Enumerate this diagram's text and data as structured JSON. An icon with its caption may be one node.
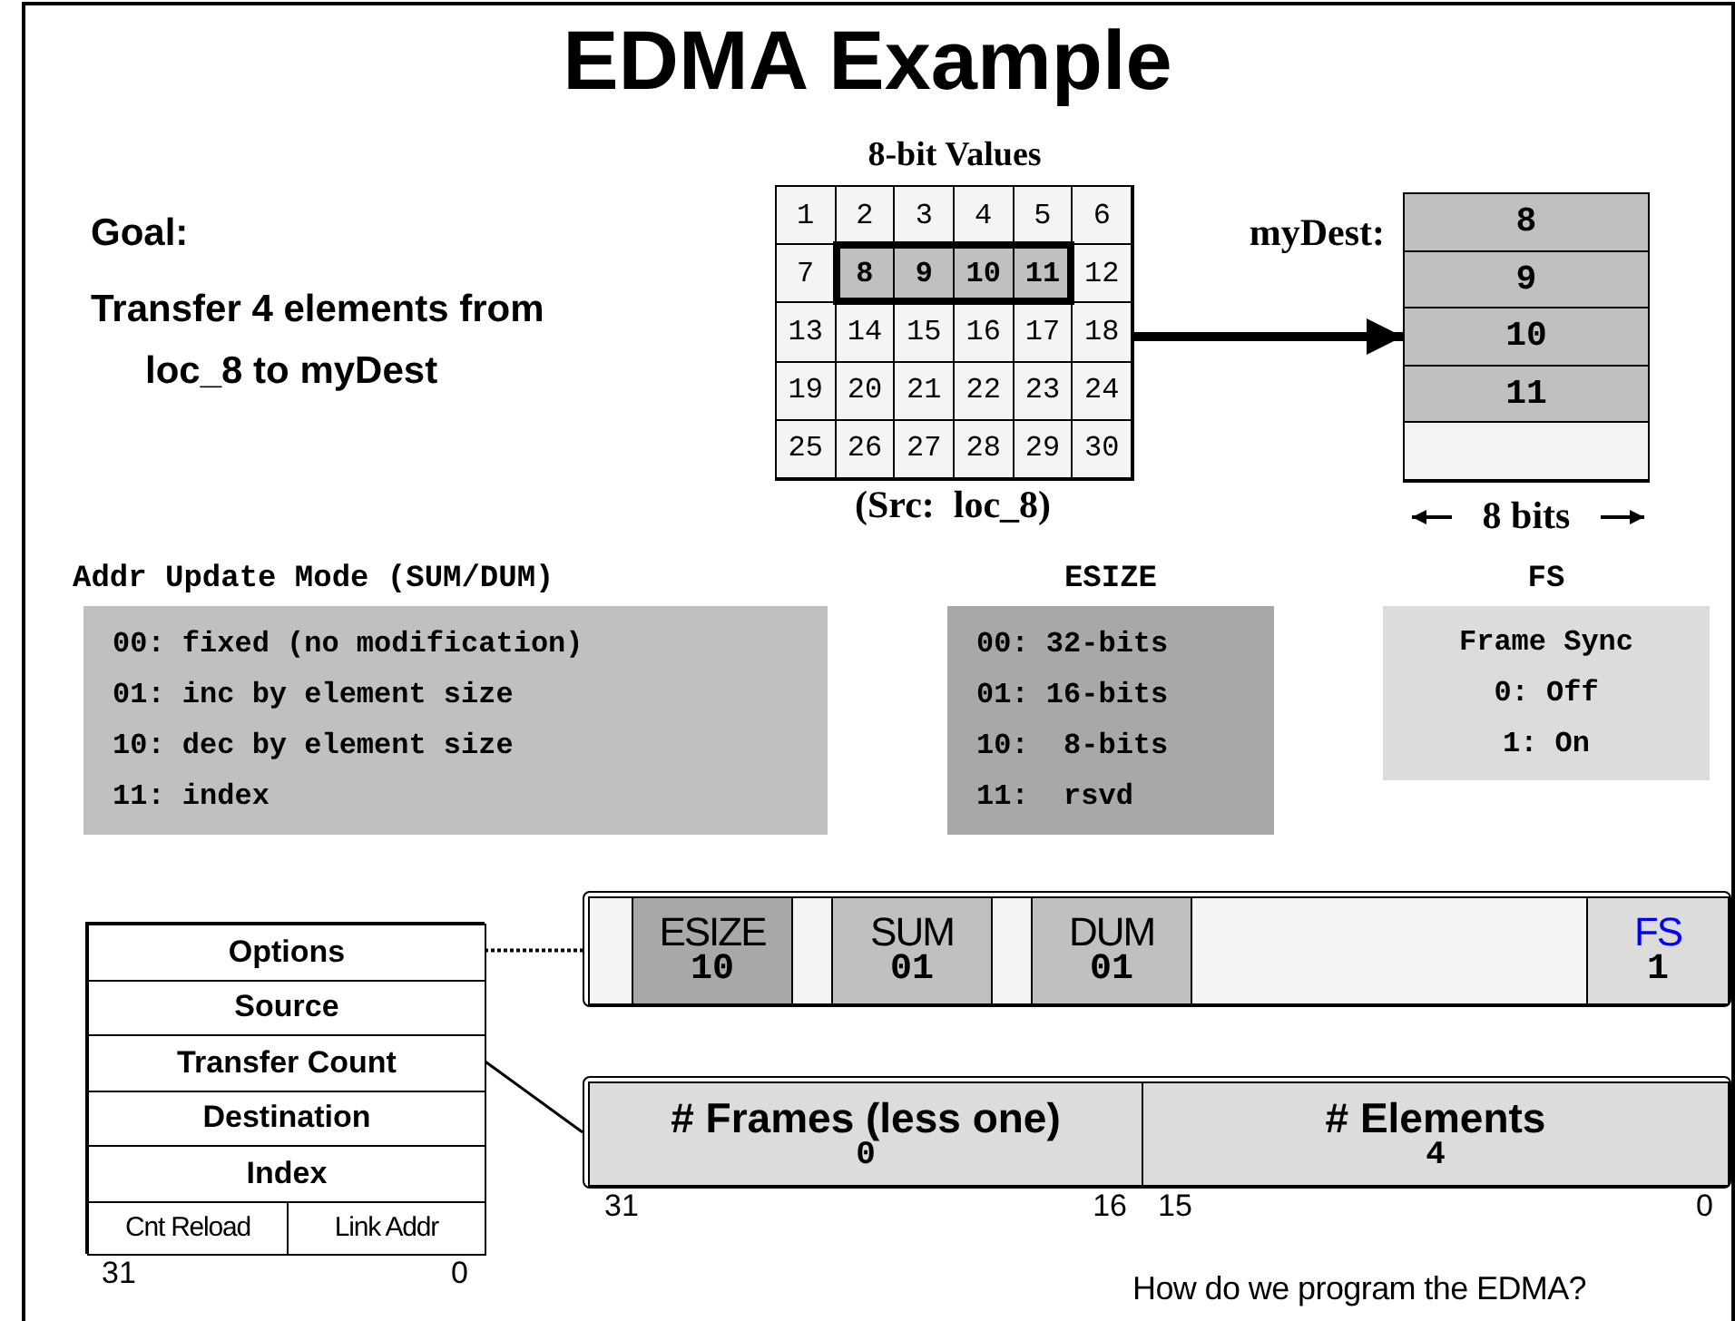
{
  "diagram": {
    "title": "EDMA Example",
    "nodes": [
      {
        "text": [
          "8-bit Values"
        ]
      },
      {
        "text": [
          "1"
        ],
        "in": 0
      },
      {
        "text": [
          "2"
        ],
        "in": 0
      },
      {
        "text": [
          "3"
        ],
        "in": 0
      },
      {
        "text": [
          "4"
        ],
        "in": 0
      },
      {
        "text": [
          "5"
        ],
        "in": 0
      },
      {
        "text": [
          "6"
        ],
        "in": 0
      },
      {
        "text": [
          "7"
        ],
        "in": 0
      },
      {
        "text": [
          "8"
        ],
        "in": 0
      },
      {
        "text": [
          "9"
        ],
        "in": 0
      },
      {
        "text": [
          "10"
        ],
        "in": 0
      },
      {
        "text": [
          "11"
        ],
        "in": 0
      },
      {
        "text": [
          "12"
        ],
        "in": 0
      },
      {
        "text": [
          "13"
        ],
        "in": 0
      },
      {
        "text": [
          "14"
        ],
        "in": 0
      },
      {
        "text": [
          "15"
        ],
        "in": 0
      },
      {
        "text": [
          "16"
        ],
        "in": 0
      },
      {
        "text": [
          "17"
        ],
        "in": 0
      },
      {
        "text": [
          "18"
        ],
        "in": 0
      },
      {
        "text": [
          "19"
        ],
        "in": 0
      },
      {
        "text": [
          "20"
        ],
        "in": 0
      },
      {
        "text": [
          "21"
        ],
        "in": 0
      },
      {
        "text": [
          "22"
        ],
        "in": 0
      },
      {
        "text": [
          "23"
        ],
        "in": 0
      },
      {
        "text": [
          "24"
        ],
        "in": 0
      },
      {
        "text": [
          "25"
        ],
        "in": 0
      },
      {
        "text": [
          "26"
        ],
        "in": 0
      },
      {
        "text": [
          "27"
        ],
        "in": 0
      },
      {
        "text": [
          "28"
        ],
        "in": 0
      },
      {
        "text": [
          "29"
        ],
        "in": 0
      },
      {
        "text": [
          "30"
        ],
        "in": 0
      },
      {
        "text": [
          "myDest:"
        ]
      },
      {
        "text": [
          "8"
        ],
        "in": 31
      },
      {
        "text": [
          "9"
        ],
        "in": 31
      },
      {
        "text": [
          "10"
        ],
        "in": 31
      },
      {
        "text": [
          "11"
        ],
        "in": 31
      },
      {
        "text": [],
        "shape": "box",
        "in": 31
      },
      {
        "text": [
          "Addr Update Mode (SUM/DUM)",
          "00: fixed (no modification)",
          "01: inc by element size",
          "10: dec by element size",
          "11: index"
        ]
      },
      {
        "text": [
          "ESIZE",
          "00: 32-bits",
          "01: 16-bits",
          "10:  8-bits",
          "11:  rsvd"
        ]
      },
      {
        "text": [
          "FS",
          "Frame Sync",
          "0: Off",
          "1: On"
        ]
      },
      {
        "text": [],
        "shape": "box",
        "beside": [
          "31",
          "0"
        ]
      },
      {
        "text": [
          "Options"
        ],
        "in": 40
      },
      {
        "text": [
          "Source"
        ],
        "in": 40
      },
      {
        "text": [
          "Transfer Count"
        ],
        "in": 40
      },
      {
        "text": [
          "Destination"
        ],
        "in": 40
      },
      {
        "text": [
          "Index"
        ],
        "in": 40
      },
      {
        "text": [
          "Cnt Reload"
        ],
        "in": 40
      },
      {
        "text": [
          "Link Addr"
        ],
        "in": 40
      },
      {
        "text": [],
        "shape": "bar"
      },
      {
        "text": [],
        "shape": "box",
        "in": 48
      },
      {
        "text": [
          "ESIZE",
          "10"
        ],
        "in": 48
      },
      {
        "text": [],
        "shape": "box",
        "in": 48
      },
      {
        "text": [
          "SUM",
          "01"
        ],
        "in": 48
      },
      {
        "text": [],
        "shape": "box",
        "in": 48
      },
      {
        "text": [
          "DUM",
          "01"
        ],
        "in": 48
      },
      {
        "text": [],
        "shape": "box",
        "in": 48
      },
      {
        "text": [
          "FS",
          "1"
        ],
        "in": 48
      },
      {
        "text": [],
        "shape": "bar"
      },
      {
        "text": [
          "# Frames (less one)",
          "0"
        ],
        "in": 57,
        "beside": [
          "31",
          "16"
        ]
      },
      {
        "text": [
          "# Elements",
          "4"
        ],
        "in": 57,
        "beside": [
          "15",
          "0"
        ]
      }
    ],
    "edges": [
      {
        "from": 0,
        "to": 31,
        "arrow": "to",
        "style": "thick"
      },
      {
        "from": 41,
        "to": 48,
        "arrow": "none",
        "style": "dashed"
      },
      {
        "from": 43,
        "to": 57,
        "arrow": "none"
      }
    ],
    "labels": [
      "Goal:",
      "Transfer 4 elements from loc_8 to myDest",
      "(Src:  loc_8)",
      "8 bits",
      "How do we program the EDMA?"
    ]
  }
}
